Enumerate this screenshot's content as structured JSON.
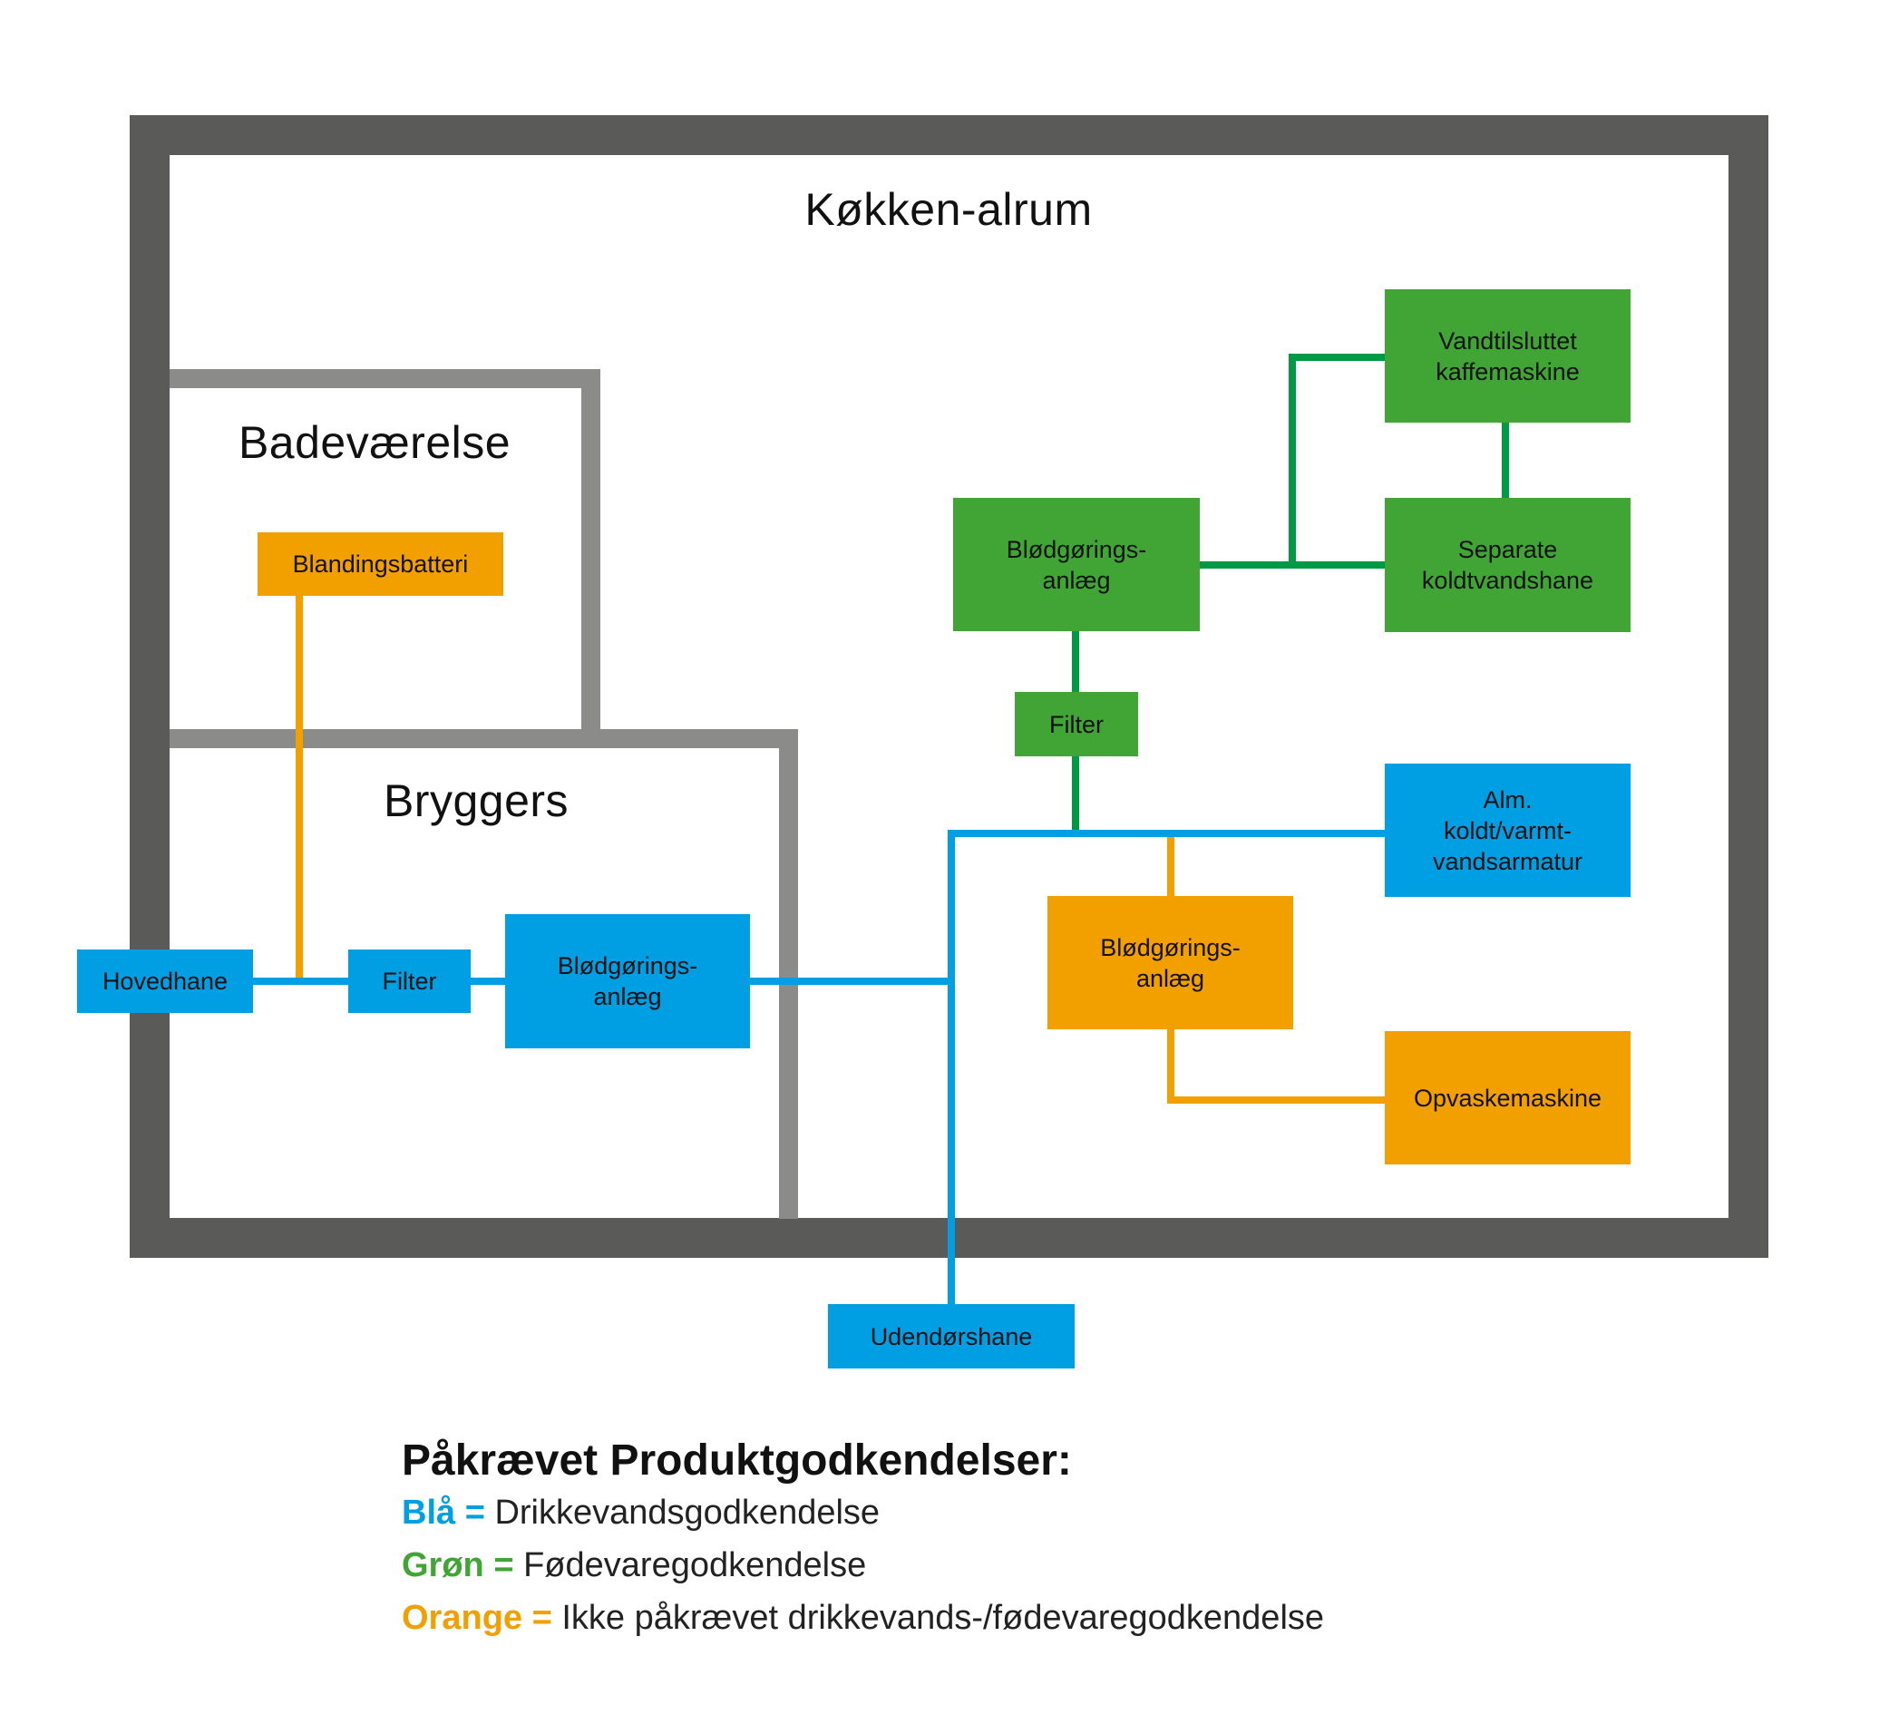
{
  "rooms": {
    "kitchen": "Køkken-alrum",
    "bathroom": "Badeværelse",
    "utility": "Bryggers"
  },
  "nodes": {
    "blandingsbatteri": {
      "label": "Blandingsbatteri",
      "color": "orange"
    },
    "hovedhane": {
      "label": "Hovedhane",
      "color": "blue"
    },
    "filter_utility": {
      "label": "Filter",
      "color": "blue"
    },
    "softener_utility": {
      "label": "Blødgørings-\nanlæg",
      "color": "blue"
    },
    "softener_green": {
      "label": "Blødgørings-\nanlæg",
      "color": "green"
    },
    "filter_green": {
      "label": "Filter",
      "color": "green"
    },
    "coffee_machine": {
      "label": "Vandtilsluttet\nkaffemaskine",
      "color": "green"
    },
    "cold_tap": {
      "label": "Separate\nkoldtvandshane",
      "color": "green"
    },
    "general_tap": {
      "label": "Alm.\nkoldt/varmt-\nvandsarmatur",
      "color": "blue"
    },
    "softener_orange": {
      "label": "Blødgørings-\nanlæg",
      "color": "orange"
    },
    "dishwasher": {
      "label": "Opvaskemaskine",
      "color": "orange"
    },
    "outdoor_tap": {
      "label": "Udendørshane",
      "color": "blue"
    }
  },
  "connections": [
    [
      "hovedhane",
      "filter_utility"
    ],
    [
      "hovedhane",
      "blandingsbatteri"
    ],
    [
      "filter_utility",
      "softener_utility"
    ],
    [
      "softener_utility",
      "outdoor_tap"
    ],
    [
      "softener_utility",
      "general_tap"
    ],
    [
      "softener_utility",
      "filter_green"
    ],
    [
      "filter_green",
      "softener_green"
    ],
    [
      "softener_green",
      "cold_tap"
    ],
    [
      "softener_green",
      "coffee_machine"
    ],
    [
      "coffee_machine",
      "cold_tap"
    ],
    [
      "softener_utility",
      "softener_orange"
    ],
    [
      "softener_orange",
      "dishwasher"
    ]
  ],
  "colors": {
    "blue": "#009fe3",
    "green": "#40a535",
    "green_pipe": "#009a44",
    "orange": "#f29f00",
    "outer_wall": "#5a5a58",
    "inner_wall": "#8b8b89"
  },
  "legend": {
    "title": "Påkrævet Produktgodkendelser:",
    "items": [
      {
        "key": "Blå =",
        "description": "Drikkevandsgodkendelse",
        "color": "#009fe3"
      },
      {
        "key": "Grøn =",
        "description": "Fødevaregodkendelse",
        "color": "#40a535"
      },
      {
        "key": "Orange =",
        "description": "Ikke påkrævet drikkevands-/fødevaregodkendelse",
        "color": "#f29f00"
      }
    ]
  }
}
